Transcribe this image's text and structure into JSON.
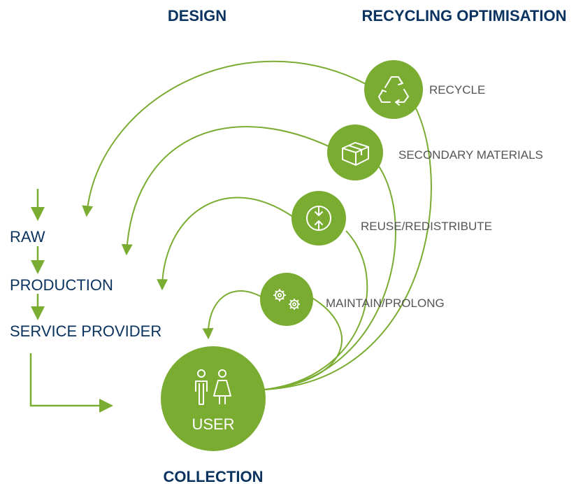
{
  "headers": {
    "design": "DESIGN",
    "recycling_optimisation": "RECYCLING OPTIMISATION",
    "collection": "COLLECTION"
  },
  "flow": {
    "raw": "RAW",
    "production": "PRODUCTION",
    "service_provider": "SERVICE PROVIDER"
  },
  "user": {
    "label": "USER",
    "icon": "people-icon"
  },
  "loops": [
    {
      "label": "RECYCLE",
      "icon": "recycle-icon"
    },
    {
      "label": "SECONDARY MATERIALS",
      "icon": "box-icon"
    },
    {
      "label": "REUSE/REDISTRIBUTE",
      "icon": "exchange-arrows-icon"
    },
    {
      "label": "MAINTAIN/PROLONG",
      "icon": "gears-icon"
    }
  ],
  "colors": {
    "green": "#7aac32",
    "navy": "#0b3360",
    "gray_text": "#555555"
  }
}
